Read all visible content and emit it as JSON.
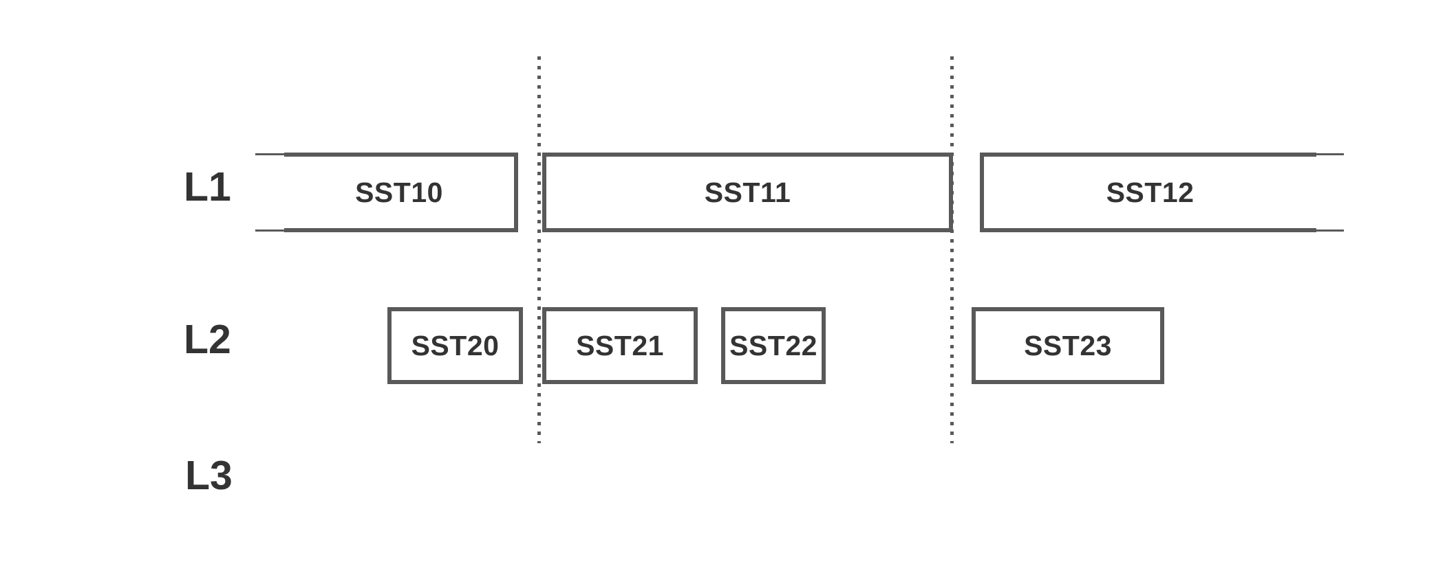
{
  "diagram": {
    "colors": {
      "background": "#ffffff",
      "stroke": "#595959",
      "text": "#333333"
    },
    "lanes": [
      {
        "label": "L1",
        "boxes": [
          {
            "label": "SST10"
          },
          {
            "label": "SST11"
          },
          {
            "label": "SST12"
          }
        ]
      },
      {
        "label": "L2",
        "boxes": [
          {
            "label": "SST20"
          },
          {
            "label": "SST21"
          },
          {
            "label": "SST22"
          },
          {
            "label": "SST23"
          }
        ]
      },
      {
        "label": "L3",
        "boxes": []
      }
    ]
  }
}
